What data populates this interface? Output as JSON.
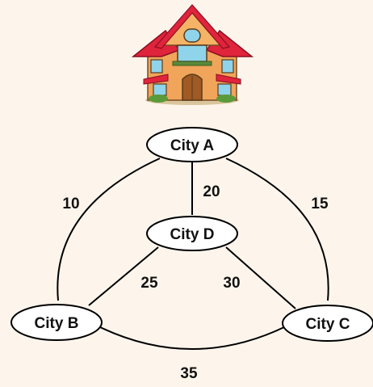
{
  "nodes": [
    {
      "id": "A",
      "label": "City A"
    },
    {
      "id": "B",
      "label": "City B"
    },
    {
      "id": "C",
      "label": "City C"
    },
    {
      "id": "D",
      "label": "City D"
    }
  ],
  "edges": [
    {
      "from": "A",
      "to": "B",
      "weight": "10"
    },
    {
      "from": "A",
      "to": "C",
      "weight": "15"
    },
    {
      "from": "A",
      "to": "D",
      "weight": "20"
    },
    {
      "from": "B",
      "to": "D",
      "weight": "25"
    },
    {
      "from": "C",
      "to": "D",
      "weight": "30"
    },
    {
      "from": "B",
      "to": "C",
      "weight": "35"
    }
  ],
  "icon": "house-icon"
}
